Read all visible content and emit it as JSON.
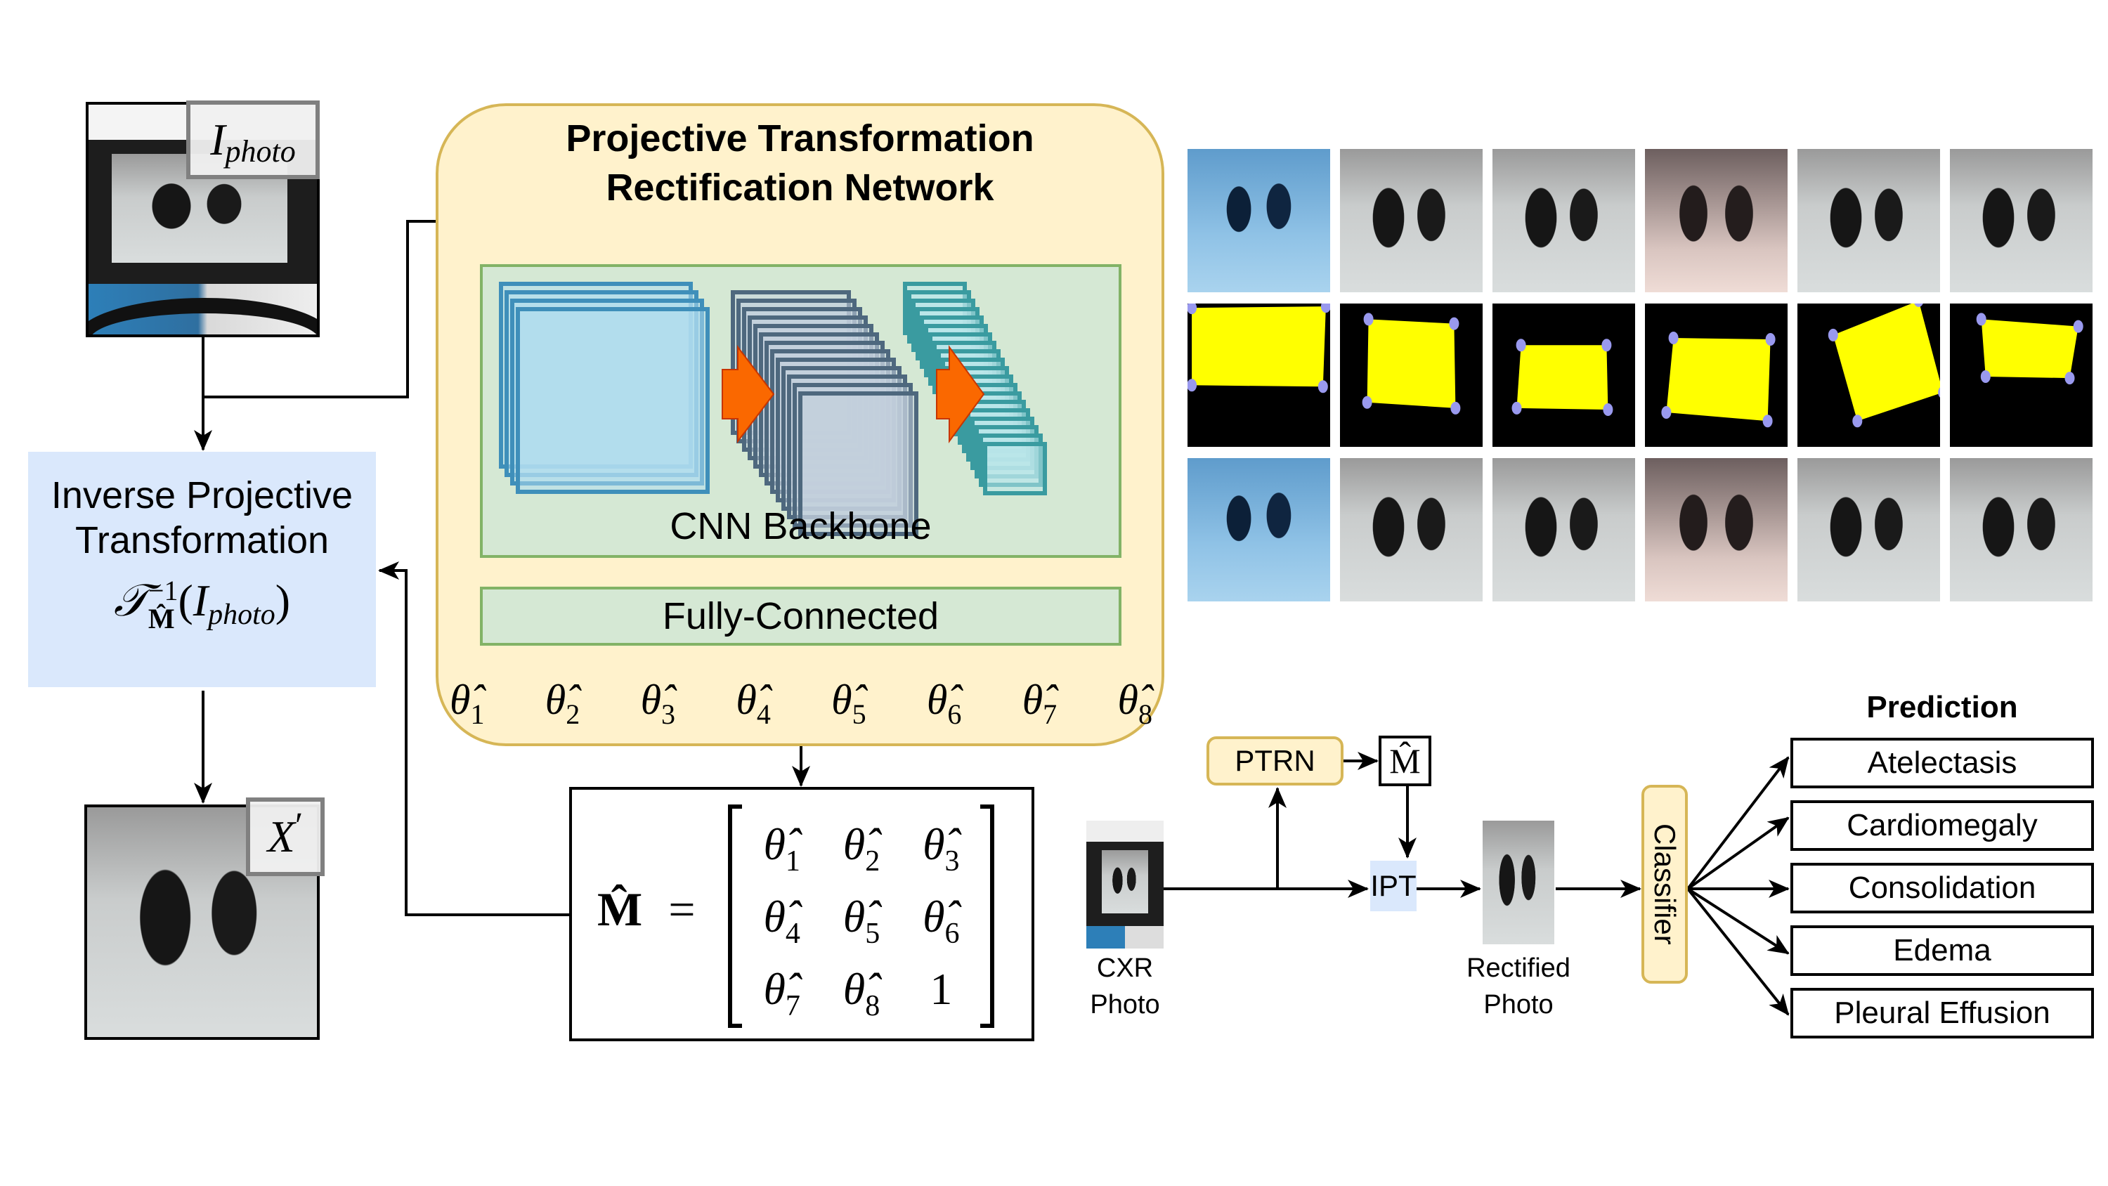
{
  "input": {
    "photo_label": "I",
    "photo_label_sub": "photo",
    "photo_description": "chest x-ray displayed on a monitor, photographed"
  },
  "inverse_box": {
    "title_line1": "Inverse Projective",
    "title_line2": "Transformation",
    "formula_T": "𝒯",
    "formula_sup": "−1",
    "formula_sub": "M̂",
    "formula_arg_open": "(",
    "formula_arg_I": "I",
    "formula_arg_sub": "photo",
    "formula_arg_close": ")"
  },
  "output": {
    "label": "X",
    "label_prime": "′"
  },
  "ptrn": {
    "title_line1": "Projective Transformation",
    "title_line2": "Rectification Network",
    "backbone_label": "CNN Backbone",
    "fc_label": "Fully-Connected",
    "thetas": [
      {
        "sym": "θ̂",
        "sub": "1"
      },
      {
        "sym": "θ̂",
        "sub": "2"
      },
      {
        "sym": "θ̂",
        "sub": "3"
      },
      {
        "sym": "θ̂",
        "sub": "4"
      },
      {
        "sym": "θ̂",
        "sub": "5"
      },
      {
        "sym": "θ̂",
        "sub": "6"
      },
      {
        "sym": "θ̂",
        "sub": "7"
      },
      {
        "sym": "θ̂",
        "sub": "8"
      }
    ]
  },
  "matrix": {
    "lhs": "M̂",
    "equals": "=",
    "rows": [
      [
        {
          "sym": "θ̂",
          "sub": "1"
        },
        {
          "sym": "θ̂",
          "sub": "2"
        },
        {
          "sym": "θ̂",
          "sub": "3"
        }
      ],
      [
        {
          "sym": "θ̂",
          "sub": "4"
        },
        {
          "sym": "θ̂",
          "sub": "5"
        },
        {
          "sym": "θ̂",
          "sub": "6"
        }
      ],
      [
        {
          "sym": "θ̂",
          "sub": "7"
        },
        {
          "sym": "θ̂",
          "sub": "8"
        },
        {
          "sym": "1",
          "sub": ""
        }
      ]
    ]
  },
  "examples_grid": {
    "columns": 6,
    "rows": [
      {
        "name": "input-photos",
        "styles": [
          "blue",
          "dark",
          "dark",
          "pink",
          "dark",
          "dark"
        ]
      },
      {
        "name": "predicted-masks",
        "styles": [
          "mask",
          "mask",
          "mask",
          "mask",
          "mask",
          "mask"
        ]
      },
      {
        "name": "rectified-outputs",
        "styles": [
          "blue",
          "dark",
          "dark",
          "pink",
          "dark",
          "dark"
        ]
      }
    ],
    "mask_fill": "#ffff00",
    "corner_color": "#9999ee"
  },
  "pipeline": {
    "cxr_label_line1": "CXR",
    "cxr_label_line2": "Photo",
    "ptrn_label": "PTRN",
    "m_label": "M̂",
    "ipt_label": "IPT",
    "rectified_label_line1": "Rectified",
    "rectified_label_line2": "Photo",
    "classifier_label": "Classifier",
    "prediction_header": "Prediction",
    "predictions": [
      "Atelectasis",
      "Cardiomegaly",
      "Consolidation",
      "Edema",
      "Pleural Effusion"
    ]
  },
  "colors": {
    "ptrn_fill": "#fff2cc",
    "ptrn_stroke": "#d6b656",
    "cnn_fill": "#d5e8d4",
    "cnn_stroke": "#82b366",
    "ipt_fill": "#dae8fc",
    "arrow_orange": "#fa6800"
  }
}
